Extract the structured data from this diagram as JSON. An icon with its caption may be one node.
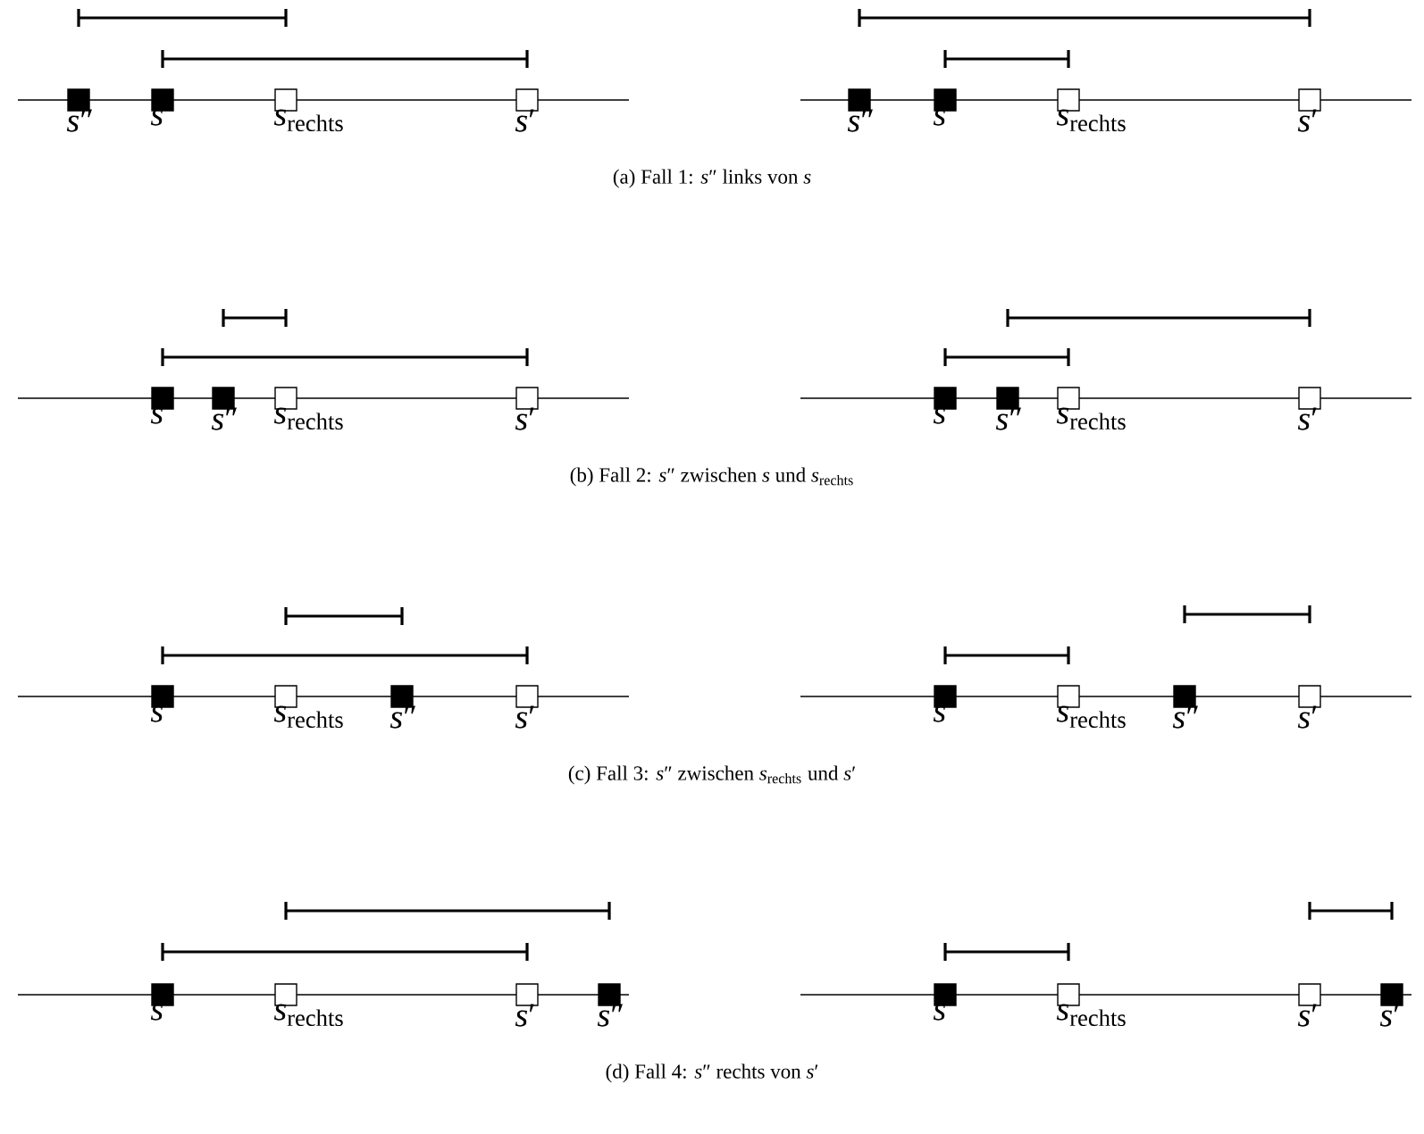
{
  "diagram": {
    "labels": [
      "*s*″",
      "*s*",
      "*s*$_{rechts}$",
      "*s*′",
      "*s*″",
      "*s*",
      "*s*$_{rechts}$",
      "*s*′",
      "(a) Fall 1: *s*″ links von *s*",
      "*s*",
      "*s*″",
      "*s*$_{rechts}$",
      "*s*′",
      "*s*",
      "*s*″",
      "*s*$_{rechts}$",
      "*s*′",
      "(b) Fall 2: *s*″ zwischen *s* und *s*$_{rechts}$",
      "*s*",
      "*s*$_{rechts}$",
      "*s*″",
      "*s*′",
      "*s*",
      "*s*$_{rechts}$",
      "*s*″",
      "*s*′",
      "(c) Fall 3: *s*″ zwischen *s*$_{rechts}$ und *s*′",
      "*s*",
      "*s*$_{rechts}$",
      "*s*′",
      "*s*″",
      "*s*",
      "*s*$_{rechts}$",
      "*s*′",
      "*s*′",
      "(d) Fall 4: *s*″ rechts von *s*′"
    ]
  }
}
